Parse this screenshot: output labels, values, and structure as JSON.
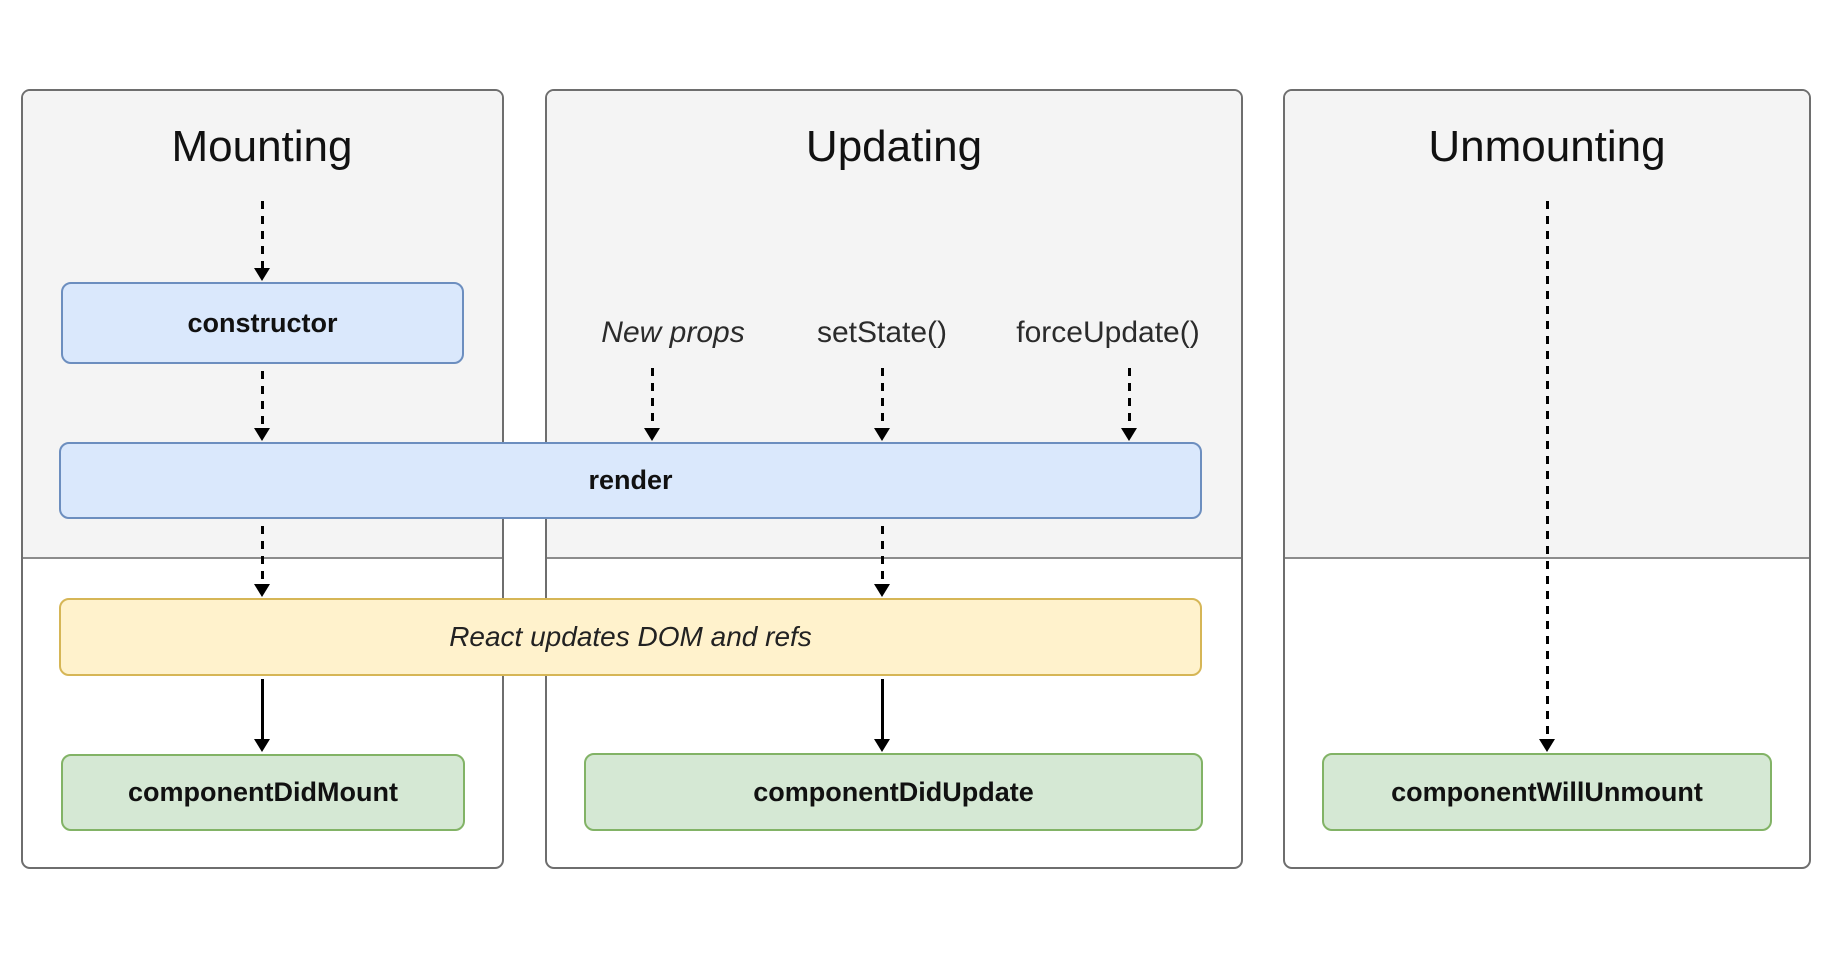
{
  "columns": [
    {
      "title": "Mounting"
    },
    {
      "title": "Updating"
    },
    {
      "title": "Unmounting"
    }
  ],
  "triggers": {
    "new_props": "New props",
    "set_state": "setState()",
    "force_update": "forceUpdate()"
  },
  "boxes": {
    "constructor": "constructor",
    "render": "render",
    "react_updates": "React updates DOM and refs",
    "component_did_mount": "componentDidMount",
    "component_did_update": "componentDidUpdate",
    "component_will_unmount": "componentWillUnmount"
  },
  "colors": {
    "method_fill": "#dae8fc",
    "method_border": "#6c8ebf",
    "side_effect_fill": "#fff2cc",
    "side_effect_border": "#d6b656",
    "commit_fill": "#d5e8d4",
    "commit_border": "#82b366",
    "column_fill": "#f4f4f4",
    "column_border": "#6e6e6e"
  }
}
